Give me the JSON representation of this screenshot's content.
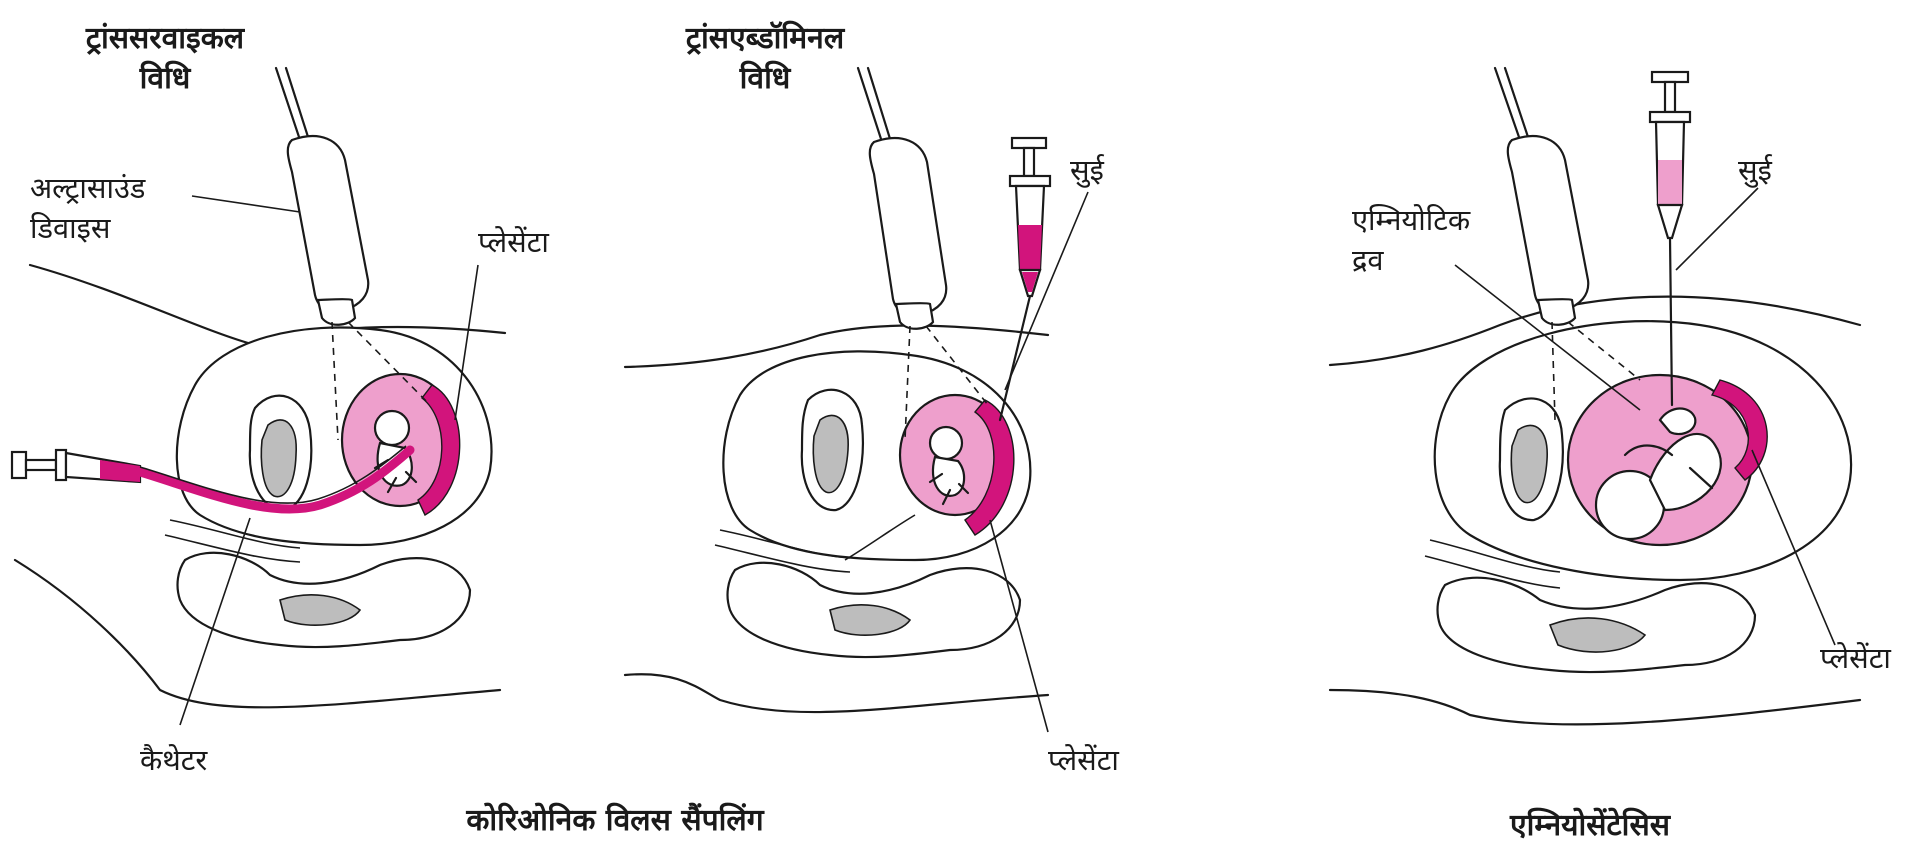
{
  "panel_cvs_transcervical": {
    "method_title_line1": "ट्रांससरवाइकल",
    "method_title_line2": "विधि",
    "ultrasound_line1": "अल्ट्रासाउंड",
    "ultrasound_line2": "डिवाइस",
    "placenta": "प्लेसेंटा",
    "catheter": "कैथेटर"
  },
  "panel_cvs_transabdominal": {
    "method_title_line1": "ट्रांसएब्डॉमिनल",
    "method_title_line2": "विधि",
    "needle": "सुई",
    "placenta": "प्लेसेंटा"
  },
  "panel_amniocentesis": {
    "amniotic_fluid_line1": "एम्नियोटिक",
    "amniotic_fluid_line2": "द्रव",
    "needle": "सुई",
    "placenta": "प्लेसेंटा"
  },
  "captions": {
    "cvs": "कोरिओनिक विलस सैंपलिंग",
    "amniocentesis": "एम्नियोसेंटेसिस"
  },
  "colors": {
    "amniotic_pink": "#ee9fcc",
    "placenta_magenta": "#d2147c",
    "line_black": "#1a1a1a"
  }
}
